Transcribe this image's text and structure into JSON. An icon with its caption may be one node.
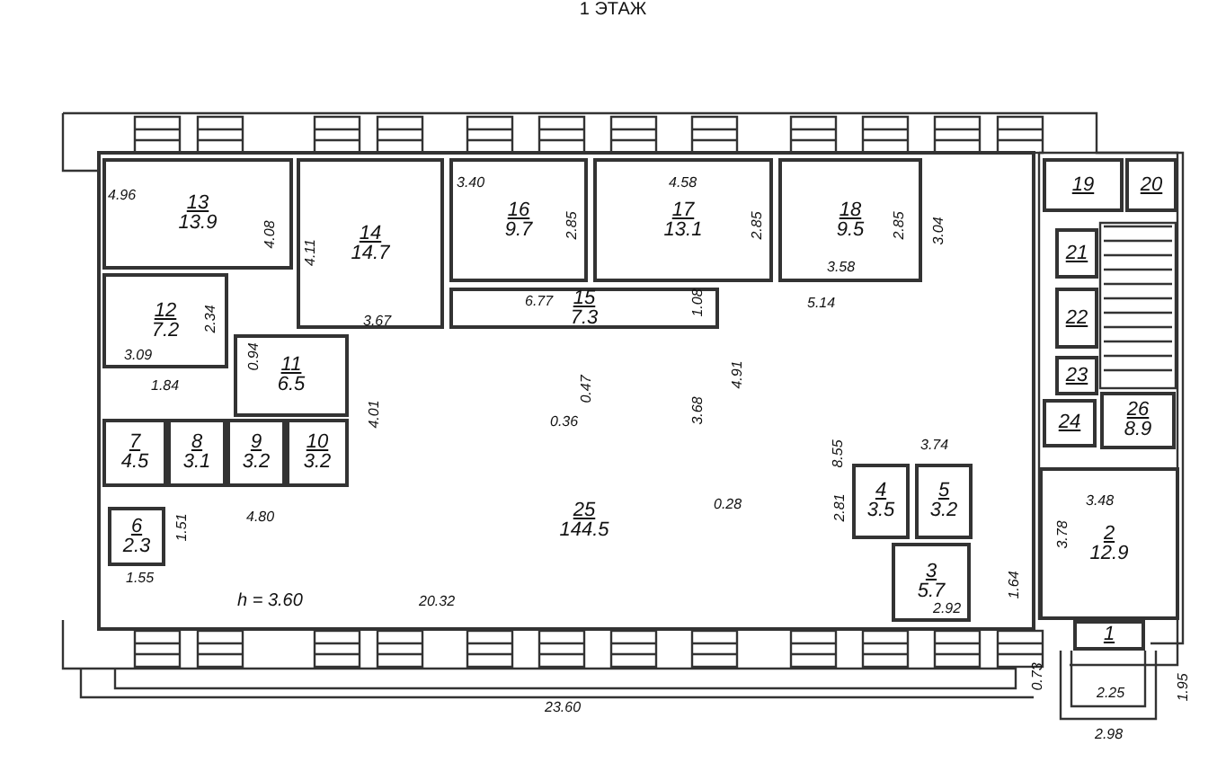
{
  "diagram": {
    "title": "1 ЭТАЖ",
    "nodes": [
      {
        "text": [
          "13",
          "13.9"
        ]
      },
      {
        "text": [
          "14",
          "14.7"
        ]
      },
      {
        "text": [
          "16",
          "9.7"
        ]
      },
      {
        "text": [
          "17",
          "13.1"
        ]
      },
      {
        "text": [
          "18",
          "9.5"
        ]
      },
      {
        "text": [
          "19"
        ]
      },
      {
        "text": [
          "20"
        ]
      },
      {
        "text": [
          "21"
        ]
      },
      {
        "text": [
          "15",
          "7.3"
        ]
      },
      {
        "text": [
          "12",
          "7.2"
        ]
      },
      {
        "text": [
          "22"
        ]
      },
      {
        "text": [
          "11",
          "6.5"
        ]
      },
      {
        "text": [
          "23"
        ]
      },
      {
        "text": [
          "24"
        ]
      },
      {
        "text": [
          "26",
          "8.9"
        ]
      },
      {
        "text": [
          "7",
          "4.5"
        ]
      },
      {
        "text": [
          "8",
          "3.1"
        ]
      },
      {
        "text": [
          "9",
          "3.2"
        ]
      },
      {
        "text": [
          "10",
          "3.2"
        ]
      },
      {
        "text": [
          "25",
          "144.5"
        ]
      },
      {
        "text": [
          "4",
          "3.5"
        ]
      },
      {
        "text": [
          "5",
          "3.2"
        ]
      },
      {
        "text": [
          "2",
          "12.9"
        ]
      },
      {
        "text": [
          "6",
          "2.3"
        ]
      },
      {
        "text": [
          "3",
          "5.7"
        ]
      },
      {
        "text": [
          "1"
        ]
      }
    ],
    "labels": [
      "4.96",
      "4.08",
      "4.11",
      "3.40",
      "2.85",
      "4.58",
      "2.85",
      "2.85",
      "3.04",
      "3.58",
      "6.77",
      "1.08",
      "5.14",
      "2.34",
      "3.09",
      "3.67",
      "0.94",
      "1.84",
      "4.01",
      "0.47",
      "0.36",
      "4.91",
      "3.68",
      "8.55",
      "0.28",
      "3.74",
      "2.81",
      "3.48",
      "3.78",
      "4.80",
      "1.51",
      "1.55",
      "1.64",
      "2.92",
      "h = 3.60",
      "20.32",
      "23.60",
      "0.73",
      "2.25",
      "1.95",
      "2.98"
    ]
  }
}
